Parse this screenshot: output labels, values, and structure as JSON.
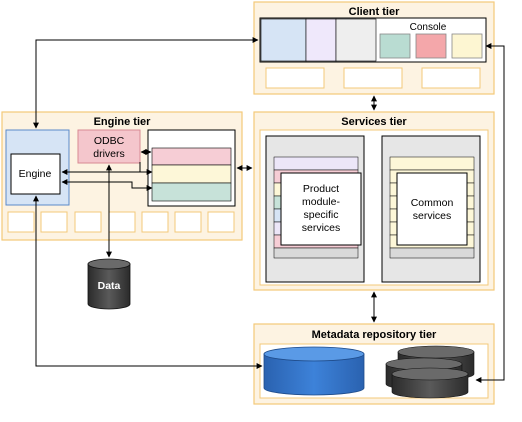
{
  "tiers": {
    "client": {
      "title": "Client tier",
      "console_label": "Console"
    },
    "engine": {
      "title": "Engine tier",
      "engine_label": "Engine",
      "odbc_label_1": "ODBC",
      "odbc_label_2": "drivers"
    },
    "services": {
      "title": "Services tier",
      "product_lines": [
        "Product",
        "module-",
        "specific",
        "services"
      ],
      "common_lines": [
        "Common",
        "services"
      ]
    },
    "metadata": {
      "title": "Metadata repository tier"
    }
  },
  "data_store": {
    "label": "Data"
  },
  "colors": {
    "tier_fill": "#fdf3e2",
    "tier_border": "#f3c979",
    "engine_fill": "#d6e4f5",
    "odbc_fill": "#f4c6cc",
    "cyl_blue": "#2f6fc4",
    "cyl_dark": "#3c3c3c"
  }
}
